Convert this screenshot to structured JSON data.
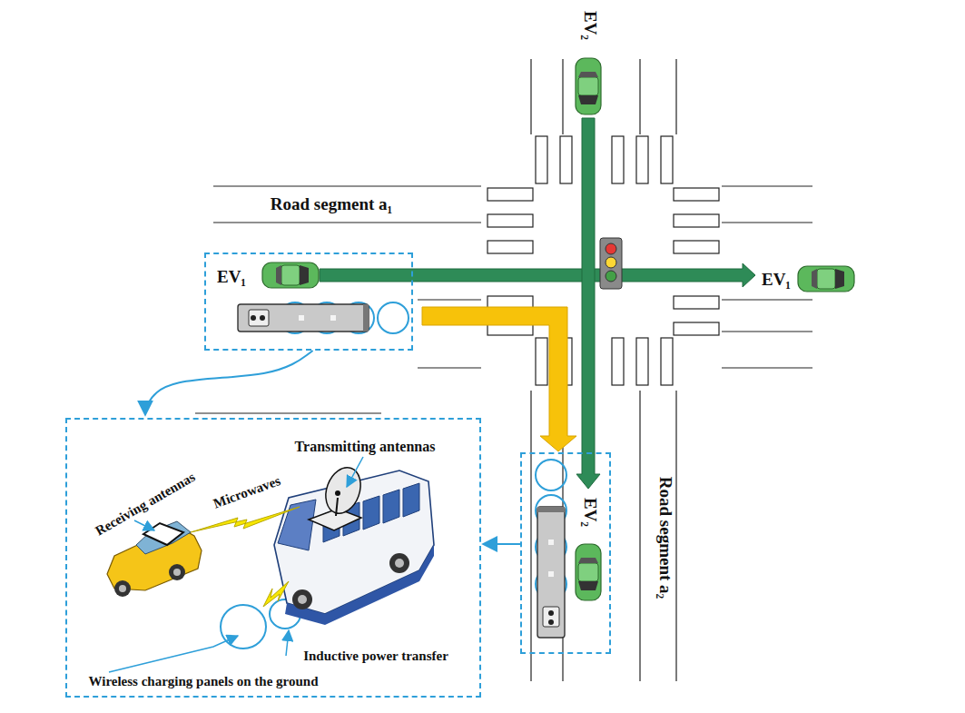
{
  "diagram": {
    "nodes": [
      {
        "text": [
          "EV₁"
        ]
      },
      {
        "text": [
          "Transmitting antennas",
          "Receiving antennas",
          "Microwaves",
          "Inductive power transfer",
          "Wireless charging panels on the ground"
        ]
      },
      {
        "text": [
          "EV₂"
        ]
      }
    ],
    "edges": [
      {
        "from": 0,
        "to": 1,
        "arrow": "to"
      },
      {
        "from": 2,
        "to": 1,
        "arrow": "to"
      }
    ],
    "labels": [
      "Road segment a₁",
      "EV₂",
      "EV₁",
      "Road segment a₂"
    ]
  }
}
